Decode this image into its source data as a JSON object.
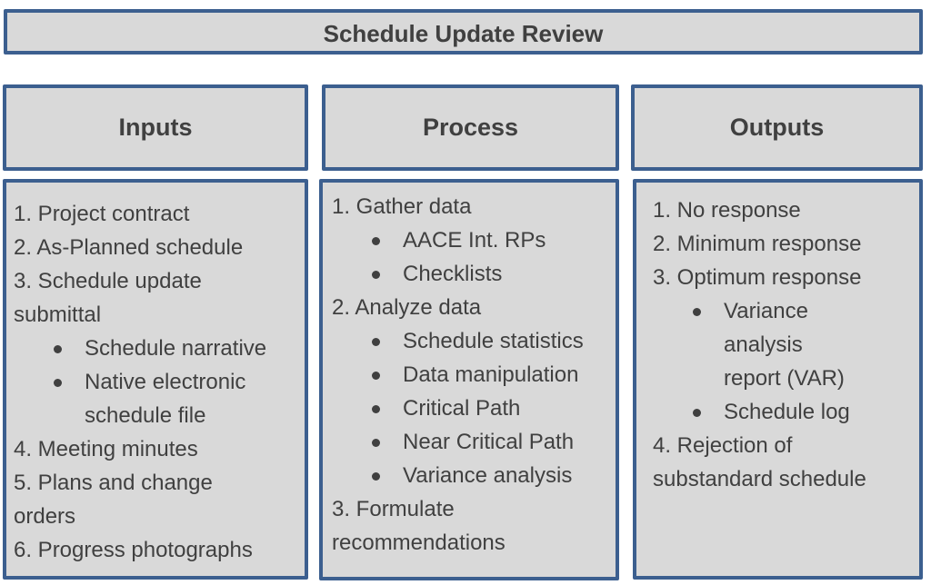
{
  "title": "Schedule Update Review",
  "columns": [
    {
      "header": "Inputs",
      "items": [
        {
          "type": "num",
          "text": "1. Project contract"
        },
        {
          "type": "num",
          "text": "2. As-Planned schedule"
        },
        {
          "type": "num",
          "text": "3. Schedule update"
        },
        {
          "type": "cont",
          "text": "submittal"
        },
        {
          "type": "bullet",
          "text": "Schedule narrative"
        },
        {
          "type": "bullet",
          "text": "Native electronic"
        },
        {
          "type": "bulletcont",
          "text": "schedule file"
        },
        {
          "type": "num",
          "text": "4. Meeting minutes"
        },
        {
          "type": "num",
          "text": "5. Plans and change"
        },
        {
          "type": "cont",
          "text": "orders"
        },
        {
          "type": "num",
          "text": "6. Progress photographs"
        }
      ]
    },
    {
      "header": "Process",
      "items": [
        {
          "type": "num",
          "text": "1. Gather data"
        },
        {
          "type": "bullet",
          "text": "AACE Int. RPs"
        },
        {
          "type": "bullet",
          "text": "Checklists"
        },
        {
          "type": "num",
          "text": "2. Analyze data"
        },
        {
          "type": "bullet",
          "text": "Schedule statistics"
        },
        {
          "type": "bullet",
          "text": "Data manipulation"
        },
        {
          "type": "bullet",
          "text": "Critical Path"
        },
        {
          "type": "bullet",
          "text": "Near Critical Path"
        },
        {
          "type": "bullet",
          "text": "Variance analysis"
        },
        {
          "type": "num",
          "text": "3. Formulate"
        },
        {
          "type": "cont",
          "text": "recommendations"
        }
      ]
    },
    {
      "header": "Outputs",
      "items": [
        {
          "type": "num",
          "text": "1. No response"
        },
        {
          "type": "num",
          "text": "2. Minimum response"
        },
        {
          "type": "num",
          "text": "3. Optimum response"
        },
        {
          "type": "bullet",
          "text": "Variance"
        },
        {
          "type": "bulletcont",
          "text": "analysis"
        },
        {
          "type": "bulletcont",
          "text": "report (VAR)"
        },
        {
          "type": "bullet",
          "text": "Schedule log"
        },
        {
          "type": "num",
          "text": "4. Rejection of"
        },
        {
          "type": "cont",
          "text": "substandard schedule"
        }
      ]
    }
  ],
  "colors": {
    "box_fill": "#d9d9d9",
    "box_border": "#3c5f8f",
    "text": "#404040"
  }
}
